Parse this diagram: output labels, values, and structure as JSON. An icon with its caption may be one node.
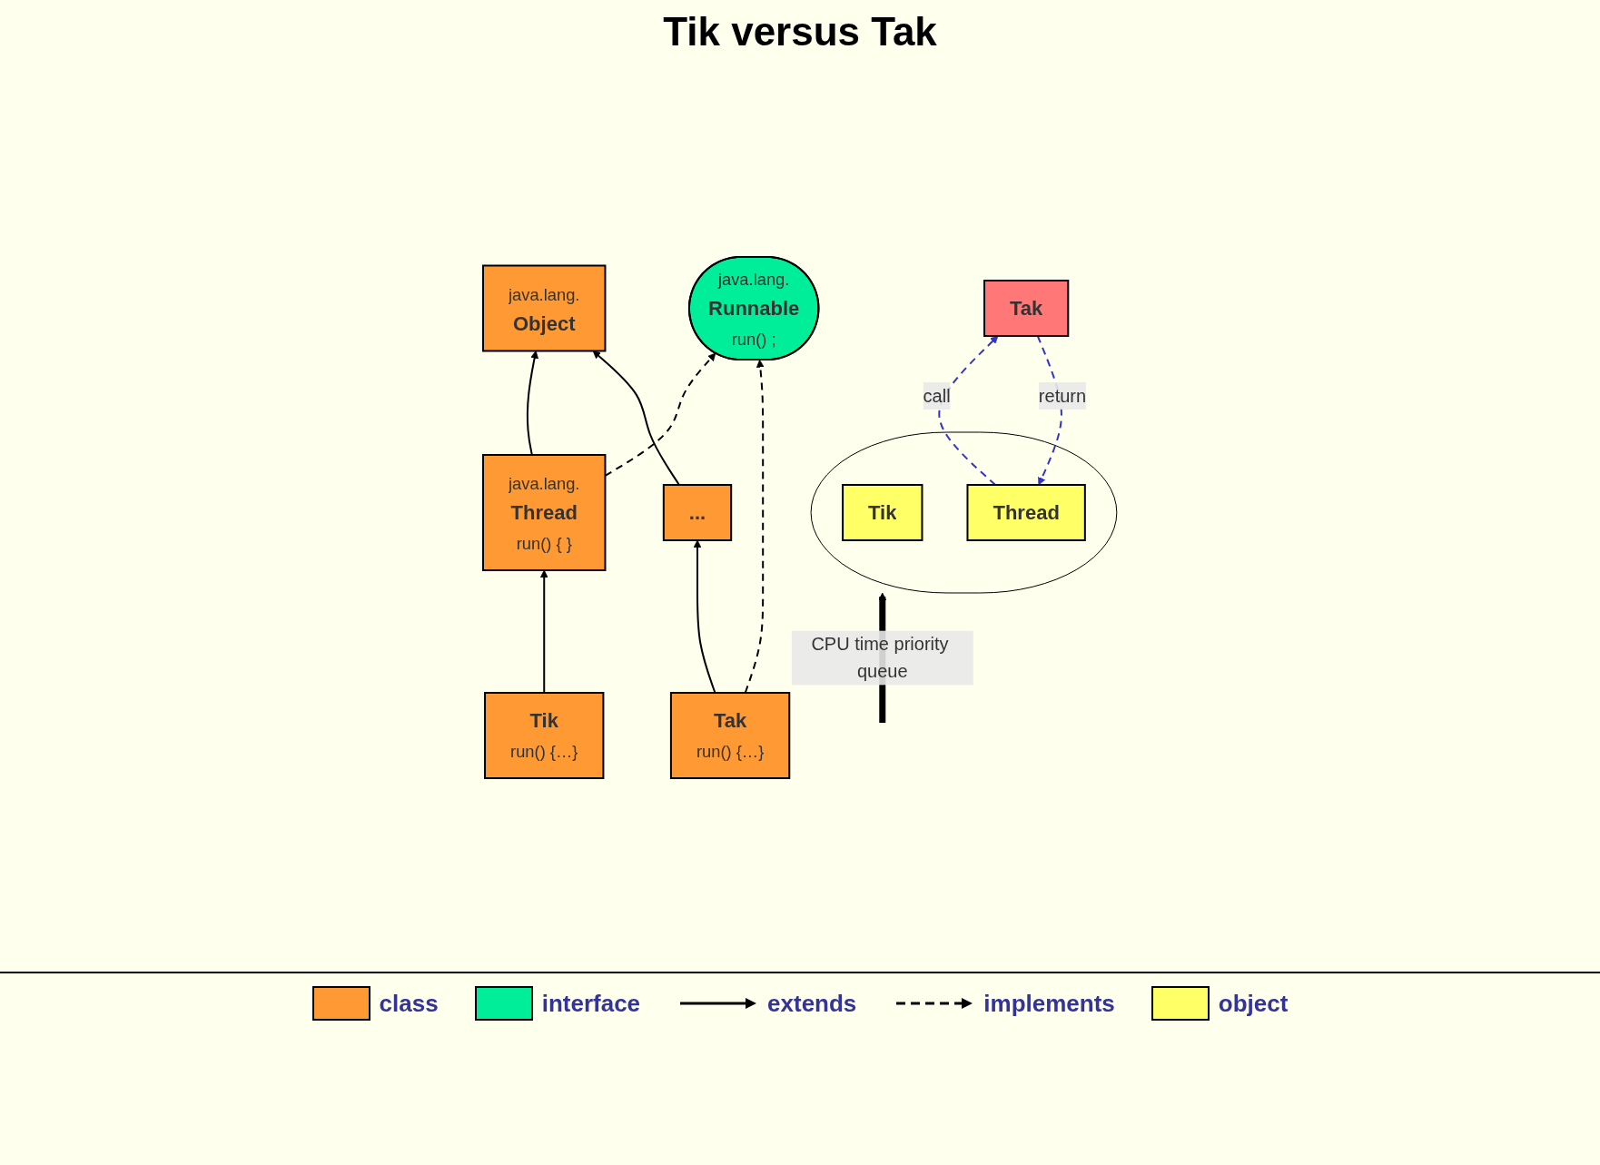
{
  "diagram": {
    "title": "Tik versus Tak",
    "nodes": [
      {
        "text": [
          "java.lang.",
          "Object"
        ]
      },
      {
        "text": [
          "java.lang.",
          "Thread",
          "run() { }"
        ]
      },
      {
        "text": [
          "java.lang.",
          "Runnable",
          "run() ;"
        ]
      },
      {
        "text": [
          "..."
        ]
      },
      {
        "text": [
          "Tik",
          "run() {…}"
        ]
      },
      {
        "text": [
          "Tak",
          "run() {…}"
        ]
      },
      {
        "text": [],
        "shape": "ellipse"
      },
      {
        "text": [
          "Tik"
        ],
        "in": 6
      },
      {
        "text": [
          "Thread"
        ],
        "in": 6
      },
      {
        "text": [
          "Tak"
        ]
      }
    ],
    "edges": [
      {
        "from": 1,
        "to": 0,
        "arrow": "to"
      },
      {
        "from": 3,
        "to": 0,
        "arrow": "to"
      },
      {
        "from": 1,
        "to": 2,
        "arrow": "to",
        "style": "dashed"
      },
      {
        "from": 4,
        "to": 1,
        "arrow": "to"
      },
      {
        "from": 5,
        "to": 3,
        "arrow": "to"
      },
      {
        "from": 5,
        "to": 2,
        "arrow": "to",
        "style": "dashed"
      },
      {
        "from": null,
        "to": 6,
        "arrow": "to",
        "label": "CPU time priority queue",
        "style": "thick"
      },
      {
        "from": 8,
        "to": 9,
        "arrow": "to",
        "label": "call",
        "style": "dashed",
        "color": "#3333cc"
      },
      {
        "from": 9,
        "to": 8,
        "arrow": "to",
        "label": "return",
        "style": "dashed",
        "color": "#3333cc"
      }
    ],
    "legend": [
      {
        "text": "class",
        "color": "#ff9933"
      },
      {
        "text": "interface",
        "color": "#00ee99"
      },
      {
        "text": "extends"
      },
      {
        "text": "implements"
      },
      {
        "text": "object",
        "color": "#ffff66"
      }
    ]
  }
}
